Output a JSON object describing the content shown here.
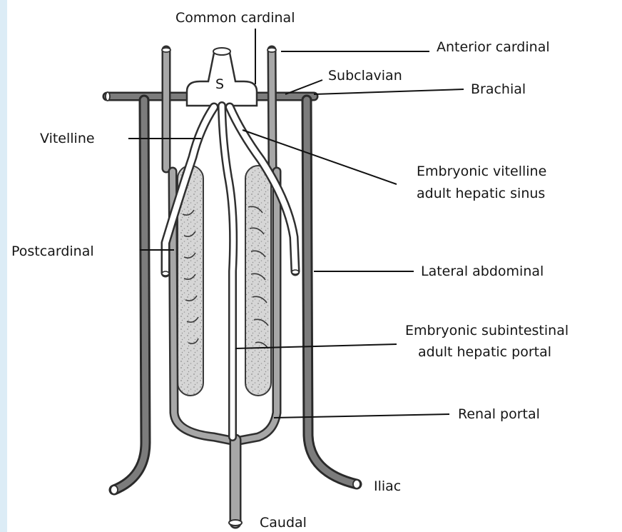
{
  "colors": {
    "vein_outline": "#2f2f2f",
    "vein_fill": "#7c7c7c",
    "open_vein_fill": "#ffffff",
    "kidney_fill": "#cfcfcf",
    "kidney_speckle": "#8e8e8e",
    "background": "#ffffff",
    "side_strip": "#dcecf6"
  },
  "icons": {
    "kidney": "stippled-elongated-organ",
    "vein": "double-outlined-tube"
  },
  "diagram": {
    "sinus_letter": "S",
    "labels": {
      "common_cardinal": "Common cardinal",
      "anterior_cardinal": "Anterior cardinal",
      "subclavian": "Subclavian",
      "brachial": "Brachial",
      "vitelline": "Vitelline",
      "embryonic_vitelline_line1": "Embryonic vitelline",
      "embryonic_vitelline_line2": "adult hepatic sinus",
      "postcardinal": "Postcardinal",
      "lateral_abdominal": "Lateral abdominal",
      "embryonic_subintestinal_line1": "Embryonic subintestinal",
      "embryonic_subintestinal_line2": "adult hepatic portal",
      "renal_portal": "Renal portal",
      "iliac": "Iliac",
      "caudal": "Caudal"
    }
  }
}
